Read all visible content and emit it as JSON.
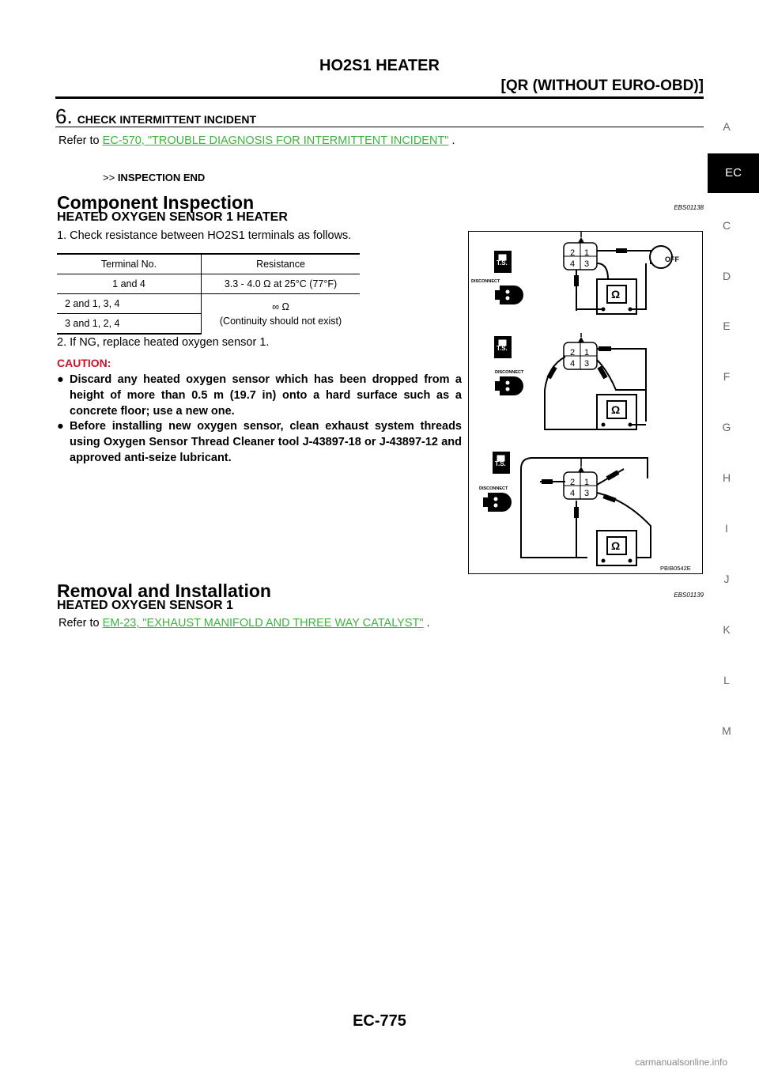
{
  "header": {
    "title": "HO2S1 HEATER",
    "subtitle": "[QR (WITHOUT EURO-OBD)]"
  },
  "step": {
    "number": "6.",
    "title": "CHECK INTERMITTENT INCIDENT",
    "refer_prefix": "Refer to",
    "refer_link": "EC-570, \"TROUBLE DIAGNOSIS FOR INTERMITTENT INCIDENT\"",
    "refer_suffix": ".",
    "result_prefix": ">>",
    "result": "INSPECTION END"
  },
  "component": {
    "title": "Component Inspection",
    "code": "EBS01138",
    "subtitle": "HEATED OXYGEN SENSOR 1 HEATER",
    "step1": "1.   Check resistance between HO2S1 terminals as follows.",
    "table": {
      "headers": [
        "Terminal No.",
        "Resistance"
      ],
      "rows": [
        [
          "1 and 4",
          "3.3 - 4.0 Ω at 25°C (77°F)"
        ],
        [
          "2 and 1, 3, 4",
          "∞ Ω"
        ],
        [
          "3 and 1, 2, 4",
          "(Continuity should not exist)"
        ]
      ]
    },
    "step2": "2.   If NG, replace heated oxygen sensor 1.",
    "caution_label": "CAUTION:",
    "cautions": [
      "Discard any heated oxygen sensor which has been dropped from a height of more than 0.5 m (19.7 in) onto a hard surface such as a concrete floor; use a new one.",
      "Before installing new oxygen sensor, clean exhaust system threads using Oxygen Sensor Thread Cleaner tool J-43897-18 or J-43897-12 and approved anti-seize lubricant."
    ],
    "figure": {
      "ts_label": "T.S.",
      "disconnect_label": "DISCONNECT",
      "off_label": "OFF",
      "ohm_label": "Ω",
      "pins": [
        "2",
        "1",
        "4",
        "3"
      ],
      "figure_code": "PBIB0542E"
    }
  },
  "removal": {
    "title": "Removal and Installation",
    "code": "EBS01139",
    "subtitle": "HEATED OXYGEN SENSOR 1",
    "refer_prefix": "Refer to",
    "refer_link": "EM-23, \"EXHAUST MANIFOLD AND THREE WAY CATALYST\"",
    "refer_suffix": "."
  },
  "side_index": {
    "items": [
      "A",
      "EC",
      "C",
      "D",
      "E",
      "F",
      "G",
      "H",
      "I",
      "J",
      "K",
      "L",
      "M"
    ],
    "active": "EC"
  },
  "footer": {
    "page": "EC-775"
  },
  "watermark": "carmanualsonline.info"
}
